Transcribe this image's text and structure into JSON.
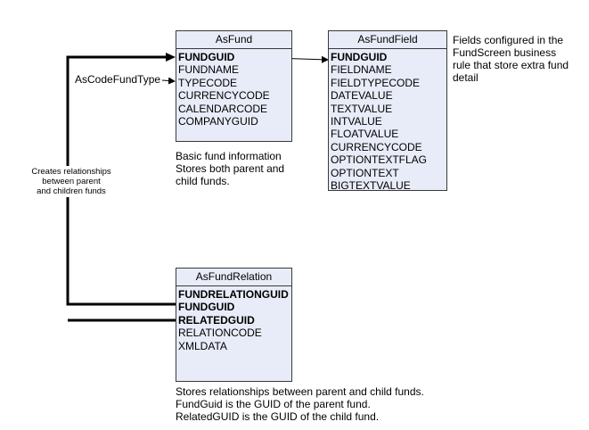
{
  "entities": {
    "asfund": {
      "title": "AsFund",
      "fields": [
        "FUNDGUID",
        "FUNDNAME",
        "TYPECODE",
        "CURRENCYCODE",
        "CALENDARCODE",
        "COMPANYGUID"
      ]
    },
    "asfundfield": {
      "title": "AsFundField",
      "fields": [
        "FUNDGUID",
        "FIELDNAME",
        "FIELDTYPECODE",
        "DATEVALUE",
        "TEXTVALUE",
        "INTVALUE",
        "FLOATVALUE",
        "CURRENCYCODE",
        "OPTIONTEXTFLAG",
        "OPTIONTEXT",
        "BIGTEXTVALUE"
      ]
    },
    "asfundrelation": {
      "title": "AsFundRelation",
      "fields": [
        "FUNDRELATIONGUID",
        "FUNDGUID",
        "RELATEDGUID",
        "RELATIONCODE",
        "XMLDATA"
      ]
    }
  },
  "notes": {
    "asfund": [
      "Basic fund information",
      "Stores both parent and",
      "child funds."
    ],
    "asfundfield": [
      "Fields configured in the",
      "FundScreen business",
      "rule that store extra fund",
      "detail"
    ],
    "asfundrelation": [
      "Stores relationships between parent and child funds.",
      "FundGuid is the GUID of the parent fund.",
      "RelatedGUID is the GUID of the child fund."
    ],
    "relationships": [
      "Creates relationships",
      "between parent",
      "and children funds"
    ]
  },
  "labels": {
    "codefundtype": "AsCodeFundType"
  },
  "colors": {
    "entity_fill": "#e8ecf8",
    "border": "#3a3a3a",
    "line": "#000000"
  }
}
